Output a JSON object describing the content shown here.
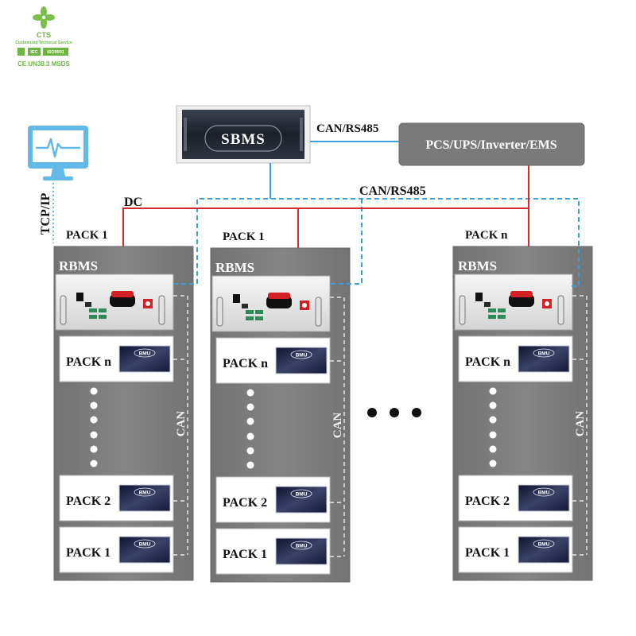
{
  "logo": {
    "name": "CTS",
    "tagline": "Customized Technical Service",
    "badges": [
      "IEC",
      "ISO9001"
    ],
    "certs": "CE UN38.3 MSDS",
    "icon": "cts-leaf-logo-icon"
  },
  "monitor": {
    "icon": "monitor-pulse-icon",
    "link_label": "TCP/IP"
  },
  "sbms": {
    "label": "SBMS"
  },
  "pcs": {
    "label": "PCS/UPS/Inverter/EMS"
  },
  "links": {
    "sbms_pcs": "CAN/RS485",
    "rack_bus": "CAN/RS485",
    "dc_bus": "DC"
  },
  "colors": {
    "dc_line": "#d62a2f",
    "comm_line": "#3b9dd9",
    "rack": "#7d7d7d",
    "pcs_box": "#7a7a7a",
    "logo": "#6fb443"
  },
  "racks": [
    {
      "top_label": "PACK 1",
      "rbms_label": "RBMS",
      "modules": [
        "PACK n",
        "PACK 2",
        "PACK 1"
      ],
      "bmu_label": "BMU",
      "can_label": "CAN"
    },
    {
      "top_label": "PACK 1",
      "rbms_label": "RBMS",
      "modules": [
        "PACK n",
        "PACK 2",
        "PACK 1"
      ],
      "bmu_label": "BMU",
      "can_label": "CAN"
    },
    {
      "top_label": "PACK n",
      "rbms_label": "RBMS",
      "modules": [
        "PACK n",
        "PACK 2",
        "PACK 1"
      ],
      "bmu_label": "BMU",
      "can_label": "CAN"
    }
  ]
}
